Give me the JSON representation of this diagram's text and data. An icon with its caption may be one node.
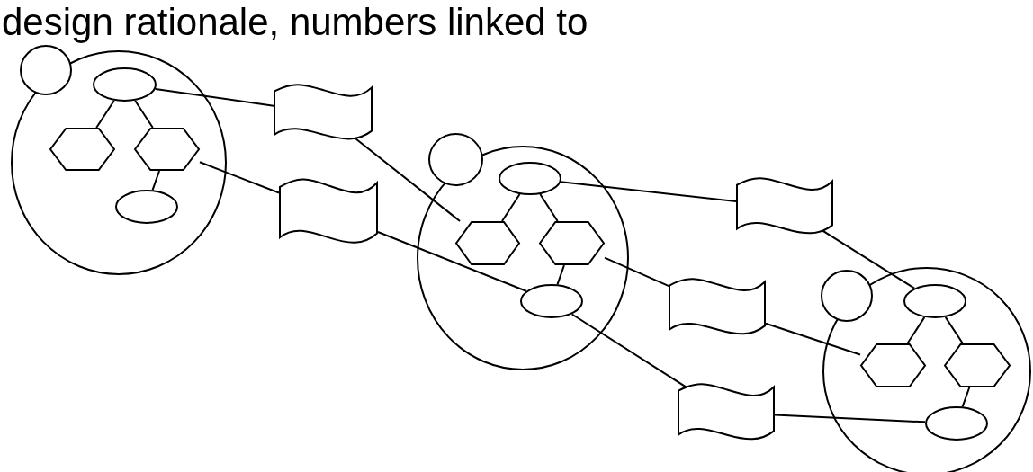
{
  "diagram": {
    "title": "design rationale, numbers linked to",
    "nodes": [
      {
        "text": [],
        "shape": "circle"
      },
      {
        "text": [],
        "shape": "circle"
      },
      {
        "text": [],
        "shape": "ellipse",
        "in": 0
      },
      {
        "text": [],
        "shape": "hexagon",
        "in": 0
      },
      {
        "text": [],
        "shape": "hexagon",
        "in": 0
      },
      {
        "text": [],
        "shape": "ellipse",
        "in": 0
      },
      {
        "text": [],
        "shape": "flag"
      },
      {
        "text": [],
        "shape": "flag"
      },
      {
        "text": [],
        "shape": "circle"
      },
      {
        "text": [],
        "shape": "circle"
      },
      {
        "text": [],
        "shape": "ellipse",
        "in": 8
      },
      {
        "text": [],
        "shape": "hexagon",
        "in": 8
      },
      {
        "text": [],
        "shape": "hexagon",
        "in": 8
      },
      {
        "text": [],
        "shape": "ellipse",
        "in": 8
      },
      {
        "text": [],
        "shape": "flag"
      },
      {
        "text": [],
        "shape": "flag"
      },
      {
        "text": [],
        "shape": "flag"
      },
      {
        "text": [],
        "shape": "circle"
      },
      {
        "text": [],
        "shape": "circle"
      },
      {
        "text": [],
        "shape": "ellipse",
        "in": 17
      },
      {
        "text": [],
        "shape": "hexagon",
        "in": 17
      },
      {
        "text": [],
        "shape": "hexagon",
        "in": 17
      },
      {
        "text": [],
        "shape": "ellipse",
        "in": 17
      }
    ],
    "edges": [
      {
        "from": 2,
        "to": 3,
        "arrow": "none"
      },
      {
        "from": 2,
        "to": 4,
        "arrow": "none"
      },
      {
        "from": 4,
        "to": 5,
        "arrow": "none"
      },
      {
        "from": 2,
        "to": 6,
        "arrow": "none"
      },
      {
        "from": 4,
        "to": 7,
        "arrow": "none"
      },
      {
        "from": 6,
        "to": 11,
        "arrow": "none"
      },
      {
        "from": 7,
        "to": 13,
        "arrow": "none"
      },
      {
        "from": 10,
        "to": 11,
        "arrow": "none"
      },
      {
        "from": 10,
        "to": 12,
        "arrow": "none"
      },
      {
        "from": 12,
        "to": 13,
        "arrow": "none"
      },
      {
        "from": 10,
        "to": 14,
        "arrow": "none"
      },
      {
        "from": 12,
        "to": 15,
        "arrow": "none"
      },
      {
        "from": 13,
        "to": 16,
        "arrow": "none"
      },
      {
        "from": 14,
        "to": 19,
        "arrow": "none"
      },
      {
        "from": 15,
        "to": 20,
        "arrow": "none"
      },
      {
        "from": 16,
        "to": 22,
        "arrow": "none"
      },
      {
        "from": 19,
        "to": 20,
        "arrow": "none"
      },
      {
        "from": 19,
        "to": 21,
        "arrow": "none"
      },
      {
        "from": 21,
        "to": 22,
        "arrow": "none"
      }
    ]
  }
}
